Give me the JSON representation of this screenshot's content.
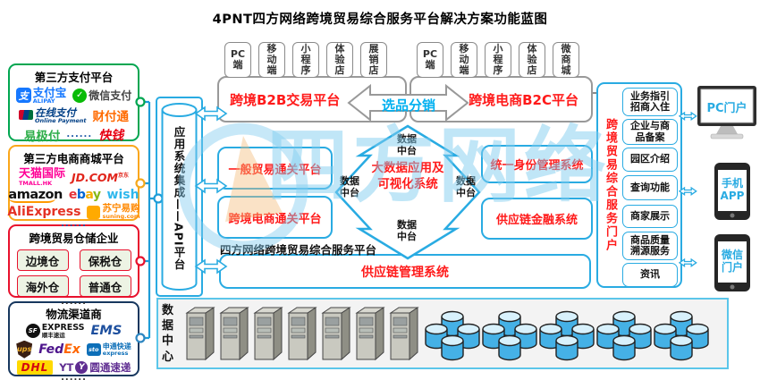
{
  "title": "4PNT四方网络跨境贸易综合服务平台解决方案功能蓝图",
  "watermark_text": "四方网络",
  "colors": {
    "accent": "#29abe2",
    "red_text": "#ff1a1a",
    "selection_blue": "#00b0f0",
    "payment_green": "#00a651",
    "mall_orange": "#faa61a",
    "warehouse_red": "#e8112d",
    "logistics_navy": "#17375e"
  },
  "left_panels": [
    {
      "title": "第三方支付平台",
      "logos": [
        {
          "name": "alipay",
          "icon_char": "支",
          "label": "支付宝",
          "sub": "ALIPAY"
        },
        {
          "name": "wechat-pay",
          "icon_char": "✓",
          "label": "微信支付"
        },
        {
          "name": "unionpay-online",
          "label": "在线支付",
          "sub": "Online Payment"
        },
        {
          "name": "tenpay",
          "label": "财付通"
        },
        {
          "name": "yijifu",
          "label": "易极付"
        },
        {
          "name": "dots",
          "label": "......"
        },
        {
          "name": "99bill",
          "label": "快钱"
        }
      ]
    },
    {
      "title": "第三方电商商城平台",
      "logos": [
        {
          "name": "tmall-global",
          "label": "天猫国际",
          "sub": "TMALL.HK"
        },
        {
          "name": "jd",
          "label": "JD.COM",
          "sub": "京东"
        },
        {
          "name": "amazon",
          "label": "amazon"
        },
        {
          "name": "ebay",
          "letters": [
            "e",
            "b",
            "a",
            "y"
          ]
        },
        {
          "name": "wish",
          "label": "wish"
        },
        {
          "name": "aliexpress",
          "label": "AliExpress"
        },
        {
          "name": "suning",
          "label": "苏宁易购",
          "sub": "suning.com"
        },
        {
          "name": "dots",
          "label": "......"
        }
      ]
    },
    {
      "title": "跨境贸易仓储企业",
      "items": [
        "边境仓",
        "保税仓",
        "海外仓",
        "普通仓"
      ],
      "dots": "......"
    },
    {
      "title": "物流渠道商",
      "logos": [
        {
          "name": "sf-express",
          "icon_char": "SF",
          "label": "EXPRESS",
          "sub": "顺丰速运"
        },
        {
          "name": "ems",
          "label": "EMS"
        },
        {
          "name": "ups",
          "label": "ups"
        },
        {
          "name": "fedex",
          "label_a": "Fed",
          "label_b": "Ex"
        },
        {
          "name": "sto",
          "icon_char": "sto",
          "sub": "申通快递",
          "sub2": "express"
        },
        {
          "name": "dhl",
          "label": "DHL"
        },
        {
          "name": "yto",
          "icon_char": "Y",
          "label": "YT",
          "sub": "圆通速递"
        },
        {
          "name": "dots",
          "label": "......"
        }
      ]
    }
  ],
  "api_platform": {
    "label": "应用系统集成——API平台"
  },
  "top": {
    "b2b": {
      "label": "跨境B2B交易平台",
      "tabs": [
        "PC端",
        "移动端",
        "小程序",
        "体验店",
        "展销店"
      ]
    },
    "selection": {
      "label": "选品分销"
    },
    "b2c": {
      "label": "跨境电商B2C平台",
      "tabs": [
        "PC端",
        "移动端",
        "小程序",
        "体验店",
        "微商城"
      ]
    }
  },
  "center": {
    "general_customs": "一般贸易通关平台",
    "cbec_customs": "跨境电商通关平台",
    "bigdata": "大数据应用及可视化系统",
    "data_hub": "数据中台",
    "identity": "统一身份管理系统",
    "sc_finance": "供应链金融系统",
    "platform_caption": "四方网络跨境贸易综合服务平台",
    "scm": "供应链管理系统"
  },
  "portal": {
    "title": "跨境贸易综合服务门户",
    "items": [
      "业务指引招商入住",
      "企业与商品备案",
      "园区介绍",
      "查询功能",
      "商家展示",
      "商品质量溯源服务",
      "资讯"
    ]
  },
  "devices": [
    {
      "label": "PC门户"
    },
    {
      "label": "手机APP"
    },
    {
      "label": "微信门户"
    }
  ],
  "datacenter": {
    "label": "数据中心"
  }
}
